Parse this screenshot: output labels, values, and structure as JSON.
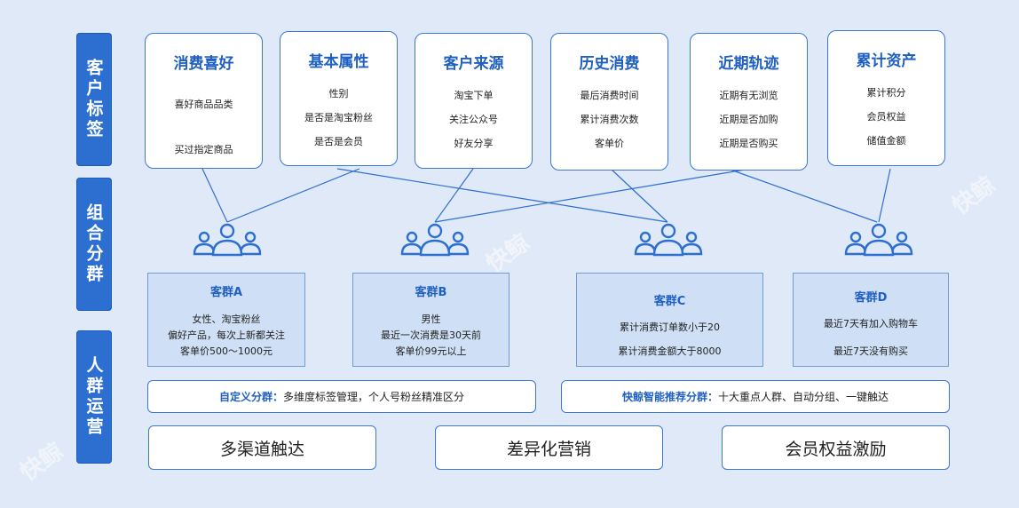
{
  "sections": [
    {
      "label": "客户标签"
    },
    {
      "label": "组合分群"
    },
    {
      "label": "人群运营"
    }
  ],
  "tag_cards": [
    {
      "title": "消费喜好",
      "items": [
        "喜好商品品类",
        "买过指定商品"
      ]
    },
    {
      "title": "基本属性",
      "items": [
        "性别",
        "是否是淘宝粉丝",
        "是否是会员"
      ]
    },
    {
      "title": "客户来源",
      "items": [
        "淘宝下单",
        "关注公众号",
        "好友分享"
      ]
    },
    {
      "title": "历史消费",
      "items": [
        "最后消费时间",
        "累计消费次数",
        "客单价"
      ]
    },
    {
      "title": "近期轨迹",
      "items": [
        "近期有无浏览",
        "近期是否加购",
        "近期是否购买"
      ]
    },
    {
      "title": "累计资产",
      "items": [
        "累计积分",
        "会员权益",
        "储值金额"
      ]
    }
  ],
  "groups": [
    {
      "title": "客群A",
      "lines": [
        "女性、淘宝粉丝",
        "偏好产品，每次上新都关注",
        "客单价500～1000元"
      ]
    },
    {
      "title": "客群B",
      "lines": [
        "男性",
        "最近一次消费是30天前",
        "客单价99元以上"
      ]
    },
    {
      "title": "客群C",
      "lines": [
        "累计消费订单数小于20",
        "累计消费金额大于8000"
      ]
    },
    {
      "title": "客群D",
      "lines": [
        "最近7天有加入购物车",
        "最近7天没有购买"
      ]
    }
  ],
  "strategies": [
    {
      "highlight": "自定义分群：",
      "text": "多维度标签管理，个人号粉丝精准区分"
    },
    {
      "highlight": "快鲸智能推荐分群：",
      "text": "十大重点人群、自动分组、一键触达"
    }
  ],
  "actions": [
    {
      "label": "多渠道触达"
    },
    {
      "label": "差异化营销"
    },
    {
      "label": "会员权益激励"
    }
  ],
  "watermark": "快鲸",
  "colors": {
    "accent": "#2d6fd1",
    "title": "#1f5fc2",
    "line": "#2d6fd1",
    "background": "#dfe9f7"
  }
}
